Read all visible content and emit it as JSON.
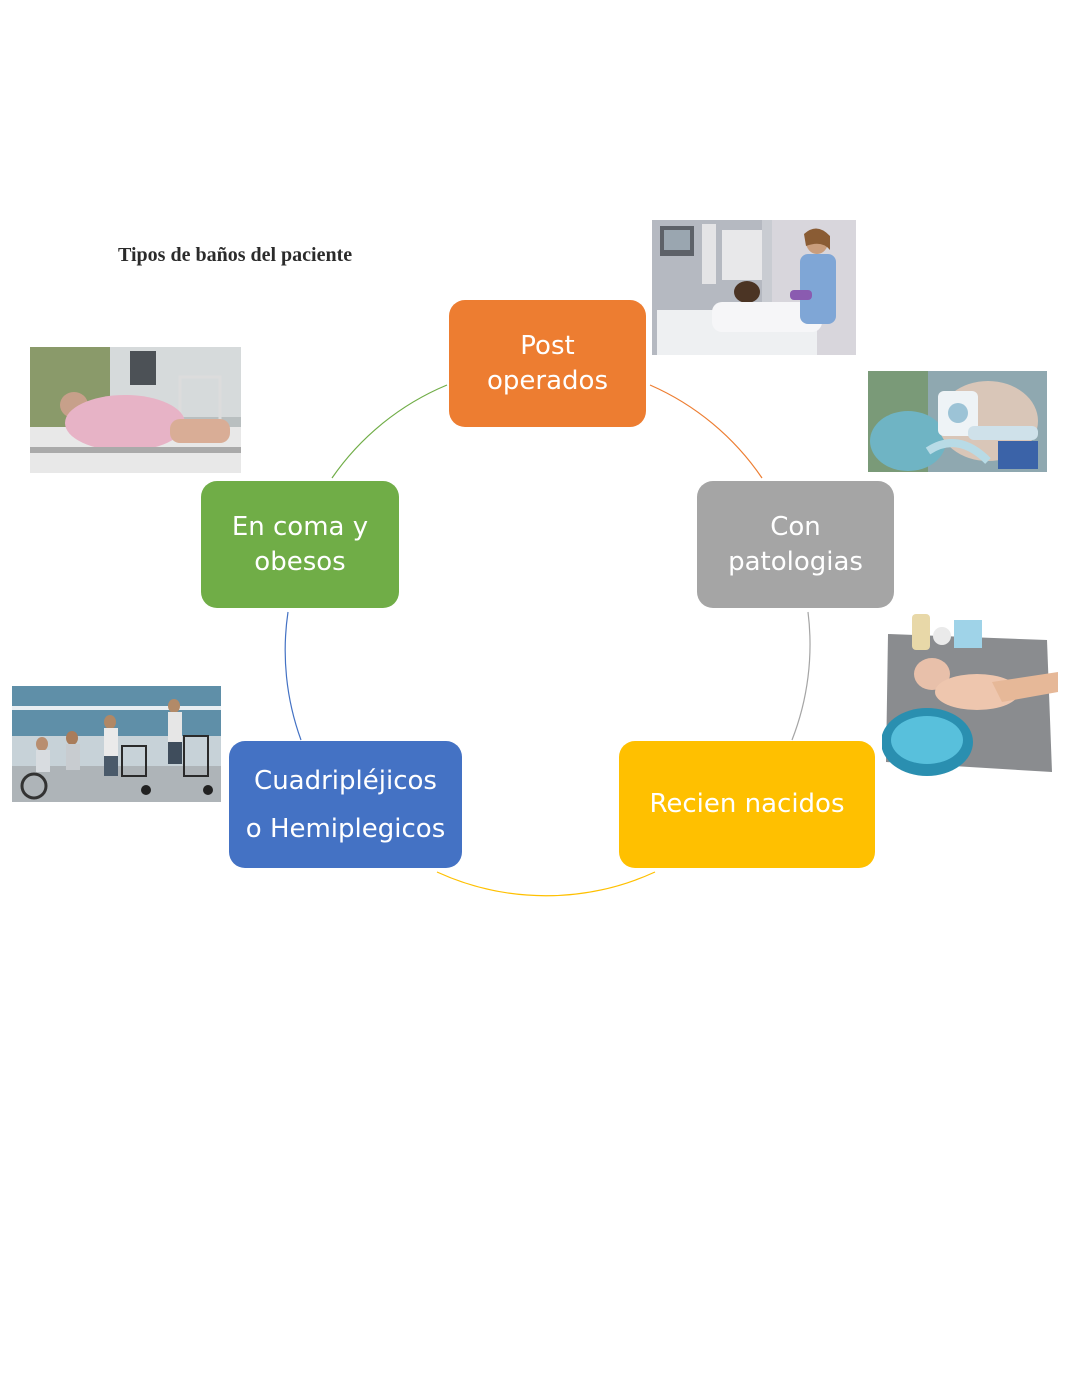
{
  "title": "Tipos de baños del paciente",
  "colors": {
    "post_operados": "#ED7D31",
    "con_patologias": "#A5A5A5",
    "recien_nacidos": "#FFC000",
    "cuadriplejicos": "#4472C4",
    "en_coma": "#70AD47"
  },
  "cycle": {
    "nodes": [
      {
        "id": "post-operados",
        "label": "Post\noperados",
        "color": "#ED7D31",
        "image": "nurse-patient-photo"
      },
      {
        "id": "con-patologias",
        "label": "Con\npatologias",
        "color": "#A5A5A5",
        "image": "ventilated-patient-photo"
      },
      {
        "id": "recien-nacidos",
        "label": "Recien nacidos",
        "color": "#FFC000",
        "image": "newborn-bath-photo"
      },
      {
        "id": "cuadriplejicos",
        "label": "Cuadripléjicos\no Hemiplegicos",
        "color": "#4472C4",
        "image": "walker-rehab-photo"
      },
      {
        "id": "en-coma",
        "label": "En coma y\nobesos",
        "color": "#70AD47",
        "image": "hospital-bed-patient-photo"
      }
    ]
  }
}
